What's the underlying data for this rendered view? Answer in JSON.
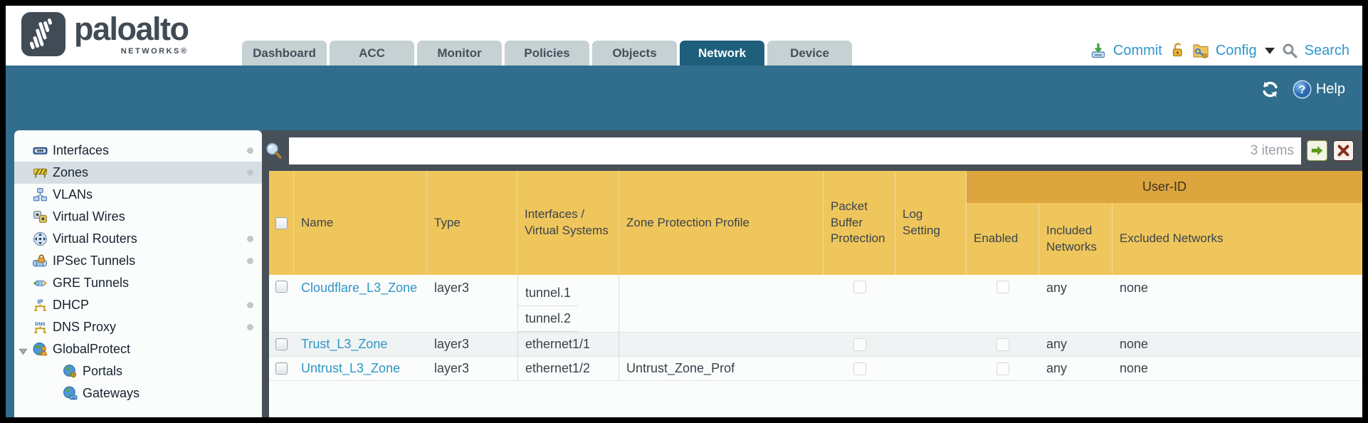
{
  "brand": {
    "name": "paloalto",
    "sub": "NETWORKS®"
  },
  "nav": {
    "tabs": [
      {
        "label": "Dashboard",
        "active": false
      },
      {
        "label": "ACC",
        "active": false
      },
      {
        "label": "Monitor",
        "active": false
      },
      {
        "label": "Policies",
        "active": false
      },
      {
        "label": "Objects",
        "active": false
      },
      {
        "label": "Network",
        "active": true
      },
      {
        "label": "Device",
        "active": false
      }
    ],
    "actions": {
      "commit": "Commit",
      "config": "Config",
      "search": "Search"
    }
  },
  "banner": {
    "help": "Help"
  },
  "sidebar": {
    "items": [
      {
        "label": "Interfaces",
        "icon": "interfaces-icon",
        "dot": true
      },
      {
        "label": "Zones",
        "icon": "zones-icon",
        "dot": true,
        "selected": true
      },
      {
        "label": "VLANs",
        "icon": "vlans-icon"
      },
      {
        "label": "Virtual Wires",
        "icon": "virtual-wires-icon"
      },
      {
        "label": "Virtual Routers",
        "icon": "virtual-routers-icon",
        "dot": true
      },
      {
        "label": "IPSec Tunnels",
        "icon": "ipsec-tunnels-icon",
        "dot": true
      },
      {
        "label": "GRE Tunnels",
        "icon": "gre-tunnels-icon"
      },
      {
        "label": "DHCP",
        "icon": "dhcp-icon",
        "dot": true
      },
      {
        "label": "DNS Proxy",
        "icon": "dns-proxy-icon",
        "dot": true
      },
      {
        "label": "GlobalProtect",
        "icon": "globalprotect-icon",
        "expanded": true
      },
      {
        "label": "Portals",
        "icon": "portals-icon",
        "child": true
      },
      {
        "label": "Gateways",
        "icon": "gateways-icon",
        "child": true
      }
    ]
  },
  "toolbar": {
    "filter_value": "",
    "items_count": "3 items"
  },
  "table": {
    "group_header": "User-ID",
    "columns": [
      "Name",
      "Type",
      "Interfaces / Virtual Systems",
      "Zone Protection Profile",
      "Packet Buffer Protection",
      "Log Setting",
      "Enabled",
      "Included Networks",
      "Excluded Networks"
    ],
    "rows": [
      {
        "name": "Cloudflare_L3_Zone",
        "type": "layer3",
        "interfaces": [
          "tunnel.1",
          "tunnel.2"
        ],
        "zone_protection_profile": "",
        "packet_buffer_protection": false,
        "log_setting": "",
        "user_id_enabled": false,
        "included_networks": "any",
        "excluded_networks": "none"
      },
      {
        "name": "Trust_L3_Zone",
        "type": "layer3",
        "interfaces": [
          "ethernet1/1"
        ],
        "zone_protection_profile": "",
        "packet_buffer_protection": false,
        "log_setting": "",
        "user_id_enabled": false,
        "included_networks": "any",
        "excluded_networks": "none"
      },
      {
        "name": "Untrust_L3_Zone",
        "type": "layer3",
        "interfaces": [
          "ethernet1/2"
        ],
        "zone_protection_profile": "Untrust_Zone_Prof",
        "packet_buffer_protection": false,
        "log_setting": "",
        "user_id_enabled": false,
        "included_networks": "any",
        "excluded_networks": "none"
      }
    ]
  },
  "colors": {
    "banner_teal": "#316d8c",
    "active_tab": "#1e607c",
    "header_gold": "#efc65c",
    "userid_gold": "#dca53e",
    "link_blue": "#2e96c6",
    "action_blue": "#2e96cb",
    "dark_strip": "#474f57"
  }
}
